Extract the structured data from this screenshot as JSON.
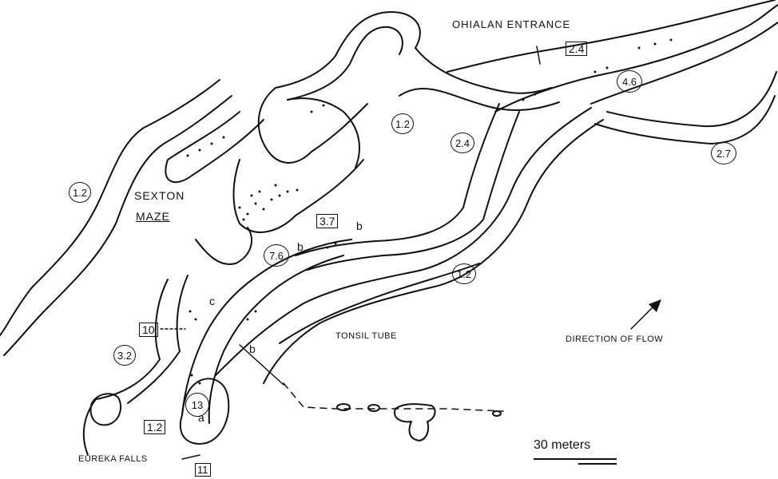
{
  "labels": {
    "ohialan_entrance": "OHIALAN  ENTRANCE",
    "sexton": "SEXTON",
    "maze": "MAZE",
    "tonsil_tube": "TONSIL TUBE",
    "direction_of_flow": "DIRECTION OF FLOW",
    "eureka_falls": "EUREKA FALLS",
    "scale": "30 meters"
  },
  "circled_values": {
    "c1_2_left": "1.2",
    "c1_2_top": "1.2",
    "c2_4": "2.4",
    "c4_6": "4.6",
    "c2_7": "2.7",
    "c7_6": "7.6",
    "c1_2_mid": "1.2",
    "c3_2": "3.2",
    "c13": "13"
  },
  "boxed_values": {
    "b2_4": "2.4",
    "b3_7": "3.7",
    "b10": "10",
    "b1_2": "1.2",
    "b11": "11"
  },
  "letters": {
    "b_top": "b",
    "b_mid": "b",
    "b_low": "b",
    "c": "c",
    "a": "a"
  }
}
